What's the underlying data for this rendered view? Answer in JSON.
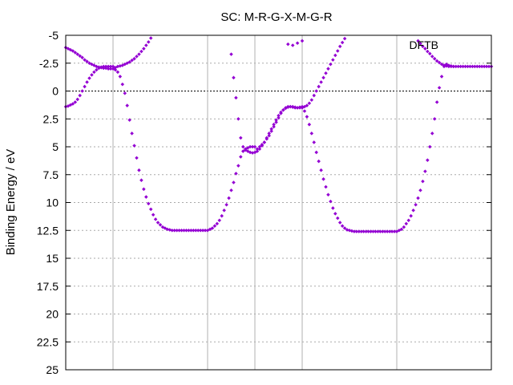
{
  "chart_data": {
    "type": "scatter",
    "title": "SC: M-R-G-X-M-G-R",
    "xlabel": "",
    "ylabel": "Binding Energy / eV",
    "ylim": [
      -5,
      25
    ],
    "y_inverted": true,
    "yticks": [
      "-5",
      "-2.5",
      "0",
      "2.5",
      "5",
      "7.5",
      "10",
      "12.5",
      "15",
      "17.5",
      "20",
      "22.5",
      "25"
    ],
    "xlim": [
      0,
      9
    ],
    "vertical_gridlines_x": [
      1,
      3,
      4,
      5,
      7
    ],
    "zero_line": true,
    "grid": true,
    "legend": {
      "label": "DFTB",
      "placement": "top-right"
    },
    "marker_color": "#9400d3",
    "series": [
      {
        "name": "DFTB",
        "points": [
          [
            0.0,
            -3.9
          ],
          [
            0.05,
            -3.8
          ],
          [
            0.1,
            -3.7
          ],
          [
            0.15,
            -3.6
          ],
          [
            0.2,
            -3.45
          ],
          [
            0.25,
            -3.3
          ],
          [
            0.3,
            -3.15
          ],
          [
            0.35,
            -3.0
          ],
          [
            0.4,
            -2.8
          ],
          [
            0.45,
            -2.65
          ],
          [
            0.5,
            -2.5
          ],
          [
            0.55,
            -2.4
          ],
          [
            0.6,
            -2.3
          ],
          [
            0.65,
            -2.2
          ],
          [
            0.7,
            -2.15
          ],
          [
            0.75,
            -2.1
          ],
          [
            0.8,
            -2.05
          ],
          [
            0.85,
            -2.05
          ],
          [
            0.9,
            -2.0
          ],
          [
            0.95,
            -2.0
          ],
          [
            1.0,
            -2.0
          ],
          [
            0.0,
            1.4
          ],
          [
            0.05,
            1.35
          ],
          [
            0.1,
            1.25
          ],
          [
            0.15,
            1.15
          ],
          [
            0.2,
            1.0
          ],
          [
            0.25,
            0.75
          ],
          [
            0.3,
            0.4
          ],
          [
            0.35,
            0.0
          ],
          [
            0.4,
            -0.4
          ],
          [
            0.45,
            -0.8
          ],
          [
            0.5,
            -1.15
          ],
          [
            0.55,
            -1.45
          ],
          [
            0.6,
            -1.7
          ],
          [
            0.65,
            -1.9
          ],
          [
            0.7,
            -2.05
          ],
          [
            0.75,
            -2.15
          ],
          [
            0.8,
            -2.2
          ],
          [
            0.85,
            -2.2
          ],
          [
            0.9,
            -2.2
          ],
          [
            0.95,
            -2.2
          ],
          [
            1.0,
            -2.2
          ],
          [
            1.05,
            -2.1
          ],
          [
            1.1,
            -2.2
          ],
          [
            1.15,
            -2.25
          ],
          [
            1.2,
            -2.3
          ],
          [
            1.25,
            -2.4
          ],
          [
            1.3,
            -2.5
          ],
          [
            1.35,
            -2.6
          ],
          [
            1.4,
            -2.75
          ],
          [
            1.45,
            -2.9
          ],
          [
            1.5,
            -3.1
          ],
          [
            1.55,
            -3.3
          ],
          [
            1.6,
            -3.55
          ],
          [
            1.65,
            -3.8
          ],
          [
            1.7,
            -4.1
          ],
          [
            1.75,
            -4.4
          ],
          [
            1.8,
            -4.75
          ],
          [
            1.05,
            -1.9
          ],
          [
            1.1,
            -1.7
          ],
          [
            1.15,
            -1.3
          ],
          [
            1.2,
            -0.6
          ],
          [
            1.25,
            0.2
          ],
          [
            1.3,
            1.3
          ],
          [
            1.35,
            2.6
          ],
          [
            1.4,
            3.8
          ],
          [
            1.45,
            4.9
          ],
          [
            1.5,
            6.0
          ],
          [
            1.55,
            7.1
          ],
          [
            1.6,
            8.0
          ],
          [
            1.65,
            8.8
          ],
          [
            1.7,
            9.5
          ],
          [
            1.75,
            10.1
          ],
          [
            1.8,
            10.6
          ],
          [
            1.85,
            11.1
          ],
          [
            1.9,
            11.5
          ],
          [
            1.95,
            11.8
          ],
          [
            2.0,
            12.0
          ],
          [
            2.05,
            12.2
          ],
          [
            2.1,
            12.3
          ],
          [
            2.15,
            12.4
          ],
          [
            2.2,
            12.45
          ],
          [
            2.25,
            12.5
          ],
          [
            2.3,
            12.5
          ],
          [
            2.35,
            12.5
          ],
          [
            2.4,
            12.5
          ],
          [
            2.45,
            12.5
          ],
          [
            2.5,
            12.5
          ],
          [
            2.55,
            12.5
          ],
          [
            2.6,
            12.5
          ],
          [
            2.65,
            12.5
          ],
          [
            2.7,
            12.5
          ],
          [
            2.75,
            12.5
          ],
          [
            2.8,
            12.5
          ],
          [
            2.85,
            12.5
          ],
          [
            2.9,
            12.5
          ],
          [
            2.95,
            12.5
          ],
          [
            3.0,
            12.5
          ],
          [
            3.05,
            12.4
          ],
          [
            3.1,
            12.3
          ],
          [
            3.15,
            12.1
          ],
          [
            3.2,
            11.9
          ],
          [
            3.25,
            11.6
          ],
          [
            3.3,
            11.2
          ],
          [
            3.35,
            10.7
          ],
          [
            3.4,
            10.2
          ],
          [
            3.45,
            9.6
          ],
          [
            3.5,
            8.9
          ],
          [
            3.55,
            8.2
          ],
          [
            3.6,
            7.4
          ],
          [
            3.65,
            6.7
          ],
          [
            3.7,
            5.9
          ],
          [
            3.75,
            5.4
          ],
          [
            3.8,
            5.2
          ],
          [
            3.85,
            5.1
          ],
          [
            3.9,
            5.0
          ],
          [
            3.95,
            5.0
          ],
          [
            4.0,
            5.0
          ],
          [
            3.5,
            -3.3
          ],
          [
            3.55,
            -1.2
          ],
          [
            3.6,
            0.6
          ],
          [
            3.65,
            2.5
          ],
          [
            3.7,
            4.2
          ],
          [
            3.75,
            5.0
          ],
          [
            3.8,
            5.3
          ],
          [
            3.85,
            5.4
          ],
          [
            3.9,
            5.5
          ],
          [
            3.95,
            5.55
          ],
          [
            4.0,
            5.5
          ],
          [
            4.05,
            5.2
          ],
          [
            4.1,
            5.0
          ],
          [
            4.15,
            4.8
          ],
          [
            4.2,
            4.6
          ],
          [
            4.25,
            4.3
          ],
          [
            4.3,
            4.0
          ],
          [
            4.35,
            3.6
          ],
          [
            4.4,
            3.2
          ],
          [
            4.45,
            2.8
          ],
          [
            4.5,
            2.4
          ],
          [
            4.55,
            2.0
          ],
          [
            4.6,
            1.7
          ],
          [
            4.65,
            1.5
          ],
          [
            4.7,
            1.4
          ],
          [
            4.75,
            1.4
          ],
          [
            4.8,
            1.4
          ],
          [
            4.85,
            1.5
          ],
          [
            4.9,
            1.5
          ],
          [
            4.95,
            1.45
          ],
          [
            5.0,
            1.4
          ],
          [
            4.05,
            5.4
          ],
          [
            4.1,
            5.2
          ],
          [
            4.15,
            4.9
          ],
          [
            4.2,
            4.6
          ],
          [
            4.25,
            4.2
          ],
          [
            4.3,
            3.8
          ],
          [
            4.35,
            3.4
          ],
          [
            4.4,
            3.0
          ],
          [
            4.45,
            2.6
          ],
          [
            4.5,
            2.2
          ],
          [
            4.55,
            1.9
          ],
          [
            4.6,
            1.7
          ],
          [
            4.65,
            1.55
          ],
          [
            4.7,
            1.45
          ],
          [
            4.75,
            1.4
          ],
          [
            4.8,
            1.45
          ],
          [
            4.85,
            1.45
          ],
          [
            4.9,
            1.5
          ],
          [
            4.95,
            1.5
          ],
          [
            5.0,
            1.5
          ],
          [
            4.7,
            -4.2
          ],
          [
            4.8,
            -4.1
          ],
          [
            4.9,
            -4.3
          ],
          [
            5.0,
            -4.5
          ],
          [
            5.05,
            1.4
          ],
          [
            5.1,
            1.3
          ],
          [
            5.15,
            1.1
          ],
          [
            5.2,
            0.8
          ],
          [
            5.25,
            0.4
          ],
          [
            5.3,
            0.0
          ],
          [
            5.35,
            -0.4
          ],
          [
            5.4,
            -0.8
          ],
          [
            5.45,
            -1.2
          ],
          [
            5.5,
            -1.6
          ],
          [
            5.55,
            -2.0
          ],
          [
            5.6,
            -2.4
          ],
          [
            5.65,
            -2.8
          ],
          [
            5.7,
            -3.2
          ],
          [
            5.75,
            -3.6
          ],
          [
            5.8,
            -4.0
          ],
          [
            5.85,
            -4.35
          ],
          [
            5.9,
            -4.7
          ],
          [
            5.05,
            1.8
          ],
          [
            5.1,
            2.3
          ],
          [
            5.15,
            3.0
          ],
          [
            5.2,
            3.8
          ],
          [
            5.25,
            4.6
          ],
          [
            5.3,
            5.5
          ],
          [
            5.35,
            6.3
          ],
          [
            5.4,
            7.1
          ],
          [
            5.45,
            7.9
          ],
          [
            5.5,
            8.6
          ],
          [
            5.55,
            9.3
          ],
          [
            5.6,
            9.9
          ],
          [
            5.65,
            10.5
          ],
          [
            5.7,
            11.0
          ],
          [
            5.75,
            11.4
          ],
          [
            5.8,
            11.8
          ],
          [
            5.85,
            12.1
          ],
          [
            5.9,
            12.3
          ],
          [
            5.95,
            12.45
          ],
          [
            6.0,
            12.5
          ],
          [
            6.05,
            12.55
          ],
          [
            6.1,
            12.6
          ],
          [
            6.15,
            12.6
          ],
          [
            6.2,
            12.6
          ],
          [
            6.25,
            12.6
          ],
          [
            6.3,
            12.6
          ],
          [
            6.35,
            12.6
          ],
          [
            6.4,
            12.6
          ],
          [
            6.45,
            12.6
          ],
          [
            6.5,
            12.6
          ],
          [
            6.55,
            12.6
          ],
          [
            6.6,
            12.6
          ],
          [
            6.65,
            12.6
          ],
          [
            6.7,
            12.6
          ],
          [
            6.75,
            12.6
          ],
          [
            6.8,
            12.6
          ],
          [
            6.85,
            12.6
          ],
          [
            6.9,
            12.6
          ],
          [
            6.95,
            12.6
          ],
          [
            7.0,
            12.6
          ],
          [
            7.05,
            12.5
          ],
          [
            7.1,
            12.4
          ],
          [
            7.15,
            12.2
          ],
          [
            7.2,
            11.9
          ],
          [
            7.25,
            11.6
          ],
          [
            7.3,
            11.2
          ],
          [
            7.35,
            10.7
          ],
          [
            7.4,
            10.2
          ],
          [
            7.45,
            9.6
          ],
          [
            7.5,
            8.9
          ],
          [
            7.55,
            8.1
          ],
          [
            7.6,
            7.2
          ],
          [
            7.65,
            6.2
          ],
          [
            7.7,
            5.0
          ],
          [
            7.75,
            3.8
          ],
          [
            7.8,
            2.5
          ],
          [
            7.85,
            1.0
          ],
          [
            7.9,
            -0.3
          ],
          [
            7.95,
            -1.3
          ],
          [
            8.0,
            -2.2
          ],
          [
            7.45,
            -4.5
          ],
          [
            7.5,
            -4.25
          ],
          [
            7.55,
            -4.0
          ],
          [
            7.6,
            -3.8
          ],
          [
            7.65,
            -3.55
          ],
          [
            7.7,
            -3.35
          ],
          [
            7.75,
            -3.1
          ],
          [
            7.8,
            -2.9
          ],
          [
            7.85,
            -2.7
          ],
          [
            7.9,
            -2.55
          ],
          [
            7.95,
            -2.4
          ],
          [
            8.0,
            -2.3
          ],
          [
            8.05,
            -2.25
          ],
          [
            8.1,
            -2.2
          ],
          [
            8.15,
            -2.2
          ],
          [
            8.2,
            -2.2
          ],
          [
            8.05,
            -2.4
          ],
          [
            8.1,
            -2.3
          ],
          [
            8.15,
            -2.25
          ],
          [
            8.2,
            -2.2
          ],
          [
            8.25,
            -2.2
          ],
          [
            8.3,
            -2.2
          ],
          [
            8.35,
            -2.2
          ],
          [
            8.4,
            -2.2
          ],
          [
            8.45,
            -2.2
          ],
          [
            8.5,
            -2.2
          ],
          [
            8.55,
            -2.2
          ],
          [
            8.6,
            -2.2
          ],
          [
            8.65,
            -2.2
          ],
          [
            8.7,
            -2.2
          ],
          [
            8.75,
            -2.2
          ],
          [
            8.8,
            -2.2
          ],
          [
            8.85,
            -2.2
          ],
          [
            8.9,
            -2.2
          ],
          [
            8.95,
            -2.2
          ],
          [
            9.0,
            -2.2
          ]
        ]
      }
    ]
  }
}
